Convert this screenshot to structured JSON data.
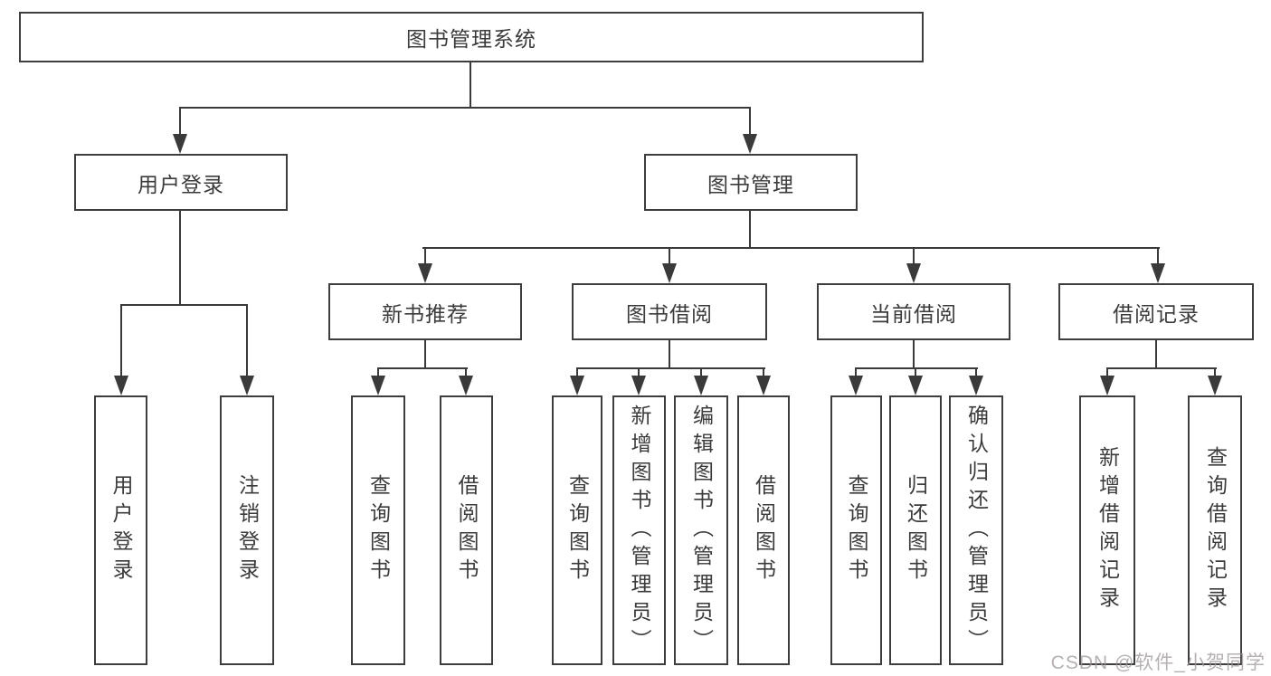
{
  "diagram_title": "图书管理系统",
  "nodes": {
    "root": "图书管理系统",
    "user_login": "用户登录",
    "book_mgmt": "图书管理",
    "new_books": "新书推荐",
    "book_borrow": "图书借阅",
    "current_borrow": "当前借阅",
    "borrow_records": "借阅记录"
  },
  "leaves": {
    "login_user_login": "用户登录",
    "login_logout": "注销登录",
    "nb_query_books": "查询图书",
    "nb_borrow_books": "借阅图书",
    "bb_query_books": "查询图书",
    "bb_add_books": "新增图书（管理员）",
    "bb_edit_books": "编辑图书（管理员）",
    "bb_borrow_books": "借阅图书",
    "cb_query_books": "查询图书",
    "cb_return_books": "归还图书",
    "cb_confirm_return": "确认归还（管理员）",
    "br_add_record": "新增借阅记录",
    "br_query_record": "查询借阅记录"
  },
  "watermark": "CSDN @软件_小贺同学",
  "colors": {
    "line": "#3a3a3a",
    "text": "#3b3b3b",
    "background": "#ffffff",
    "watermark": "#9e9698"
  }
}
